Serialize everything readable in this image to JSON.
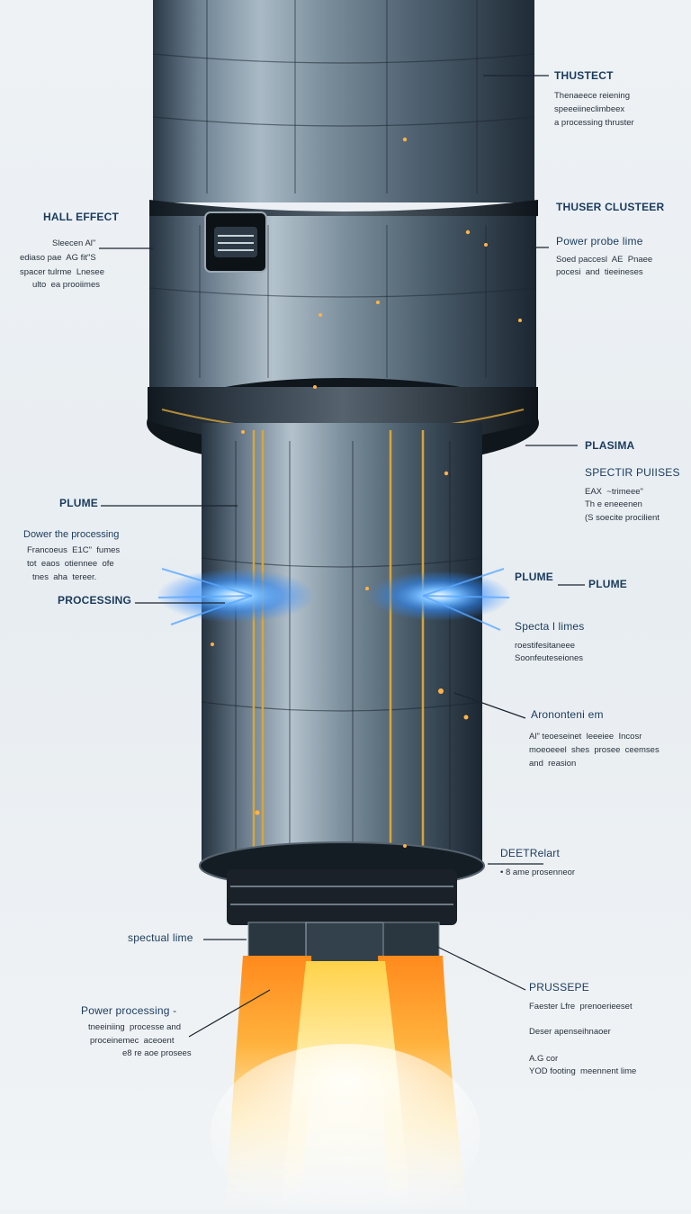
{
  "labels_left": {
    "hall_effect": {
      "title": "HALL EFFECT",
      "lines": [
        "Sleecen Al\"",
        "ediaso pae  AG fit\"S",
        "spacer tulrme  Lnesee",
        "ulto  ea prooiimes"
      ]
    },
    "plume": {
      "title": "PLUME",
      "lines": [
        "Dower the processing",
        "Francoeus  E1C\"  fumes",
        "tot  eaos  otiennee  ofe",
        "tnes  aha  tereer."
      ]
    },
    "processing": {
      "title": "PROCESSING"
    },
    "spectual_lime": {
      "title": "spectual lime"
    },
    "power_processing": {
      "title": "Power processing -",
      "lines": [
        "tneeiniing  processe and",
        "proceinemec  aceoent",
        "e8 re aoe prosees"
      ]
    }
  },
  "labels_right": {
    "thustect": {
      "title": "THUSTECT",
      "lines": [
        "Thenaeece reiening",
        "speeeiineclimbeex",
        "a processing thruster"
      ]
    },
    "thruster_cluster": {
      "title": "THUSER CLUSTEER",
      "subtitle": "Power probe lime",
      "lines": [
        "Soed paccesl  AE  Pnaee",
        "pocesi  and  tieeineses"
      ]
    },
    "plasma": {
      "title": "PLASIMA",
      "subtitle": "SPECTIR PUIISES",
      "lines": [
        "EAX  ~trimeee\"",
        "Th e eneeenen",
        "(S soecite procilient"
      ]
    },
    "plume_a": {
      "title": "PLUME"
    },
    "plume_b": {
      "title": "PLUME"
    },
    "spectra_lines": {
      "title": "Specta l limes",
      "lines": [
        "roestifesitaneee",
        "Soonfeuteseiones"
      ]
    },
    "aronontiem": {
      "title": "Arononteni em",
      "lines": [
        "Al\" teoeseinet  leeeiee  Incosr",
        "moeoeeel  shes  prosee  ceemses",
        "and  reasion"
      ]
    },
    "deetrelart": {
      "title": "DEETRelart",
      "lines": [
        "• 8 ame prosenneor"
      ]
    },
    "prussepe": {
      "title": "PRUSSEPE",
      "lines": [
        "Faester Lfre  prenoerieeset",
        "Deser apenseihnaoer",
        "A.G cor",
        "YOD footing  meennent lime"
      ]
    }
  },
  "colors": {
    "background": "#eef2f5",
    "hull_dark": "#23323f",
    "hull_mid": "#5f7282",
    "hull_light": "#a9bac6",
    "gold": "#d8a53a",
    "plume_blue": "#2f8cff",
    "exhaust_orange": "#ff7a1a",
    "exhaust_yellow": "#ffe07a",
    "label_blue": "#1a3a5c"
  }
}
